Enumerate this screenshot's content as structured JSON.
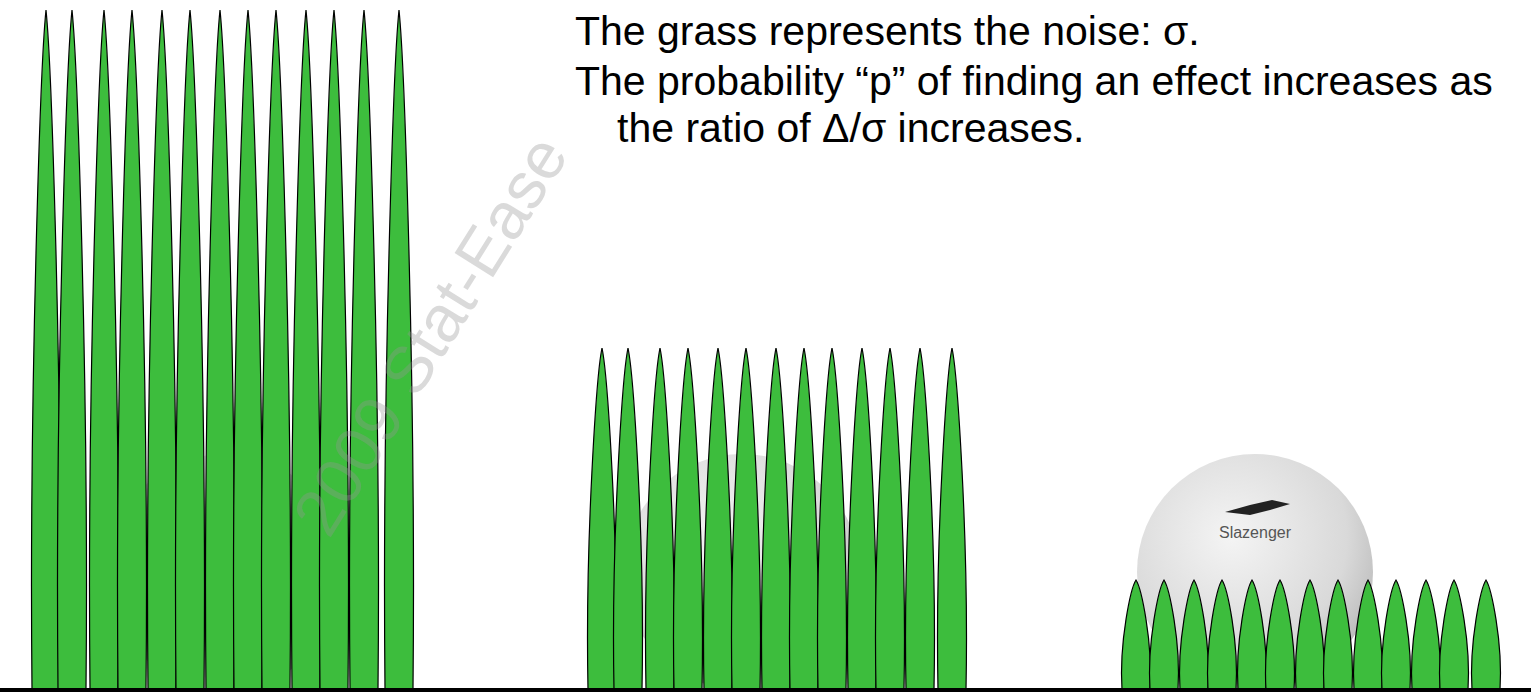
{
  "diagram": {
    "labels": [
      "The grass represents the noise: σ.",
      "The probability “p” of finding an effect increases as the ratio of Δ/σ increases.",
      "2009 Stat-Ease",
      "Slazenger"
    ]
  }
}
